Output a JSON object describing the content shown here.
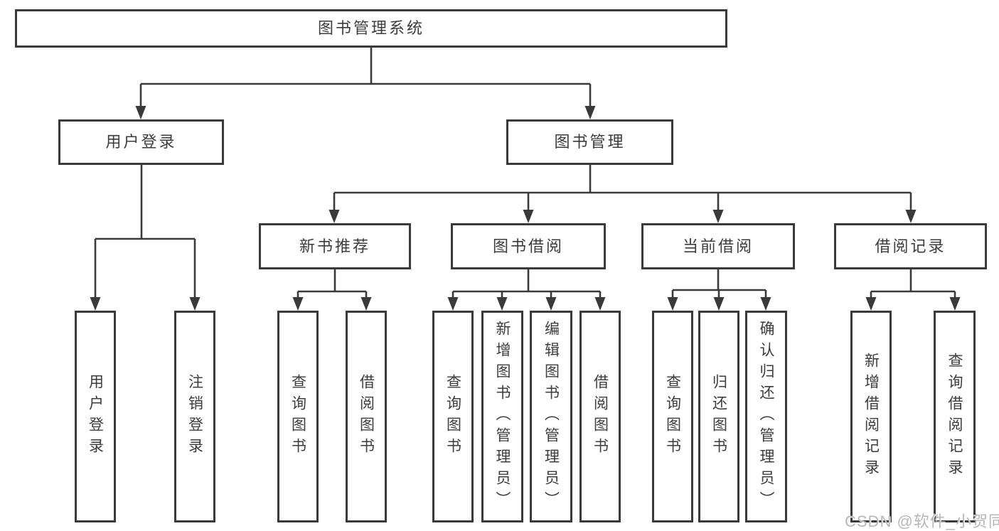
{
  "diagram_title": "图书管理系统",
  "tree": {
    "label": "图书管理系统",
    "children": [
      {
        "label": "用户登录",
        "children": [
          {
            "label": "用户登录"
          },
          {
            "label": "注销登录"
          }
        ]
      },
      {
        "label": "图书管理",
        "children": [
          {
            "label": "新书推荐",
            "children": [
              {
                "label": "查询图书"
              },
              {
                "label": "借阅图书"
              }
            ]
          },
          {
            "label": "图书借阅",
            "children": [
              {
                "label": "查询图书"
              },
              {
                "label": "新增图书（管理员）"
              },
              {
                "label": "编辑图书（管理员）"
              },
              {
                "label": "借阅图书"
              }
            ]
          },
          {
            "label": "当前借阅",
            "children": [
              {
                "label": "查询图书"
              },
              {
                "label": "归还图书"
              },
              {
                "label": "确认归还（管理员）"
              }
            ]
          },
          {
            "label": "借阅记录",
            "children": [
              {
                "label": "新增借阅记录"
              },
              {
                "label": "查询借阅记录"
              }
            ]
          }
        ]
      }
    ]
  },
  "watermark": "CSDN @软件_小贺同学",
  "colors": {
    "line": "#3a3a3a",
    "box_border": "#3a3a3a",
    "text": "#3c3c3c",
    "watermark": "#b7b7b7",
    "background": "#ffffff"
  }
}
